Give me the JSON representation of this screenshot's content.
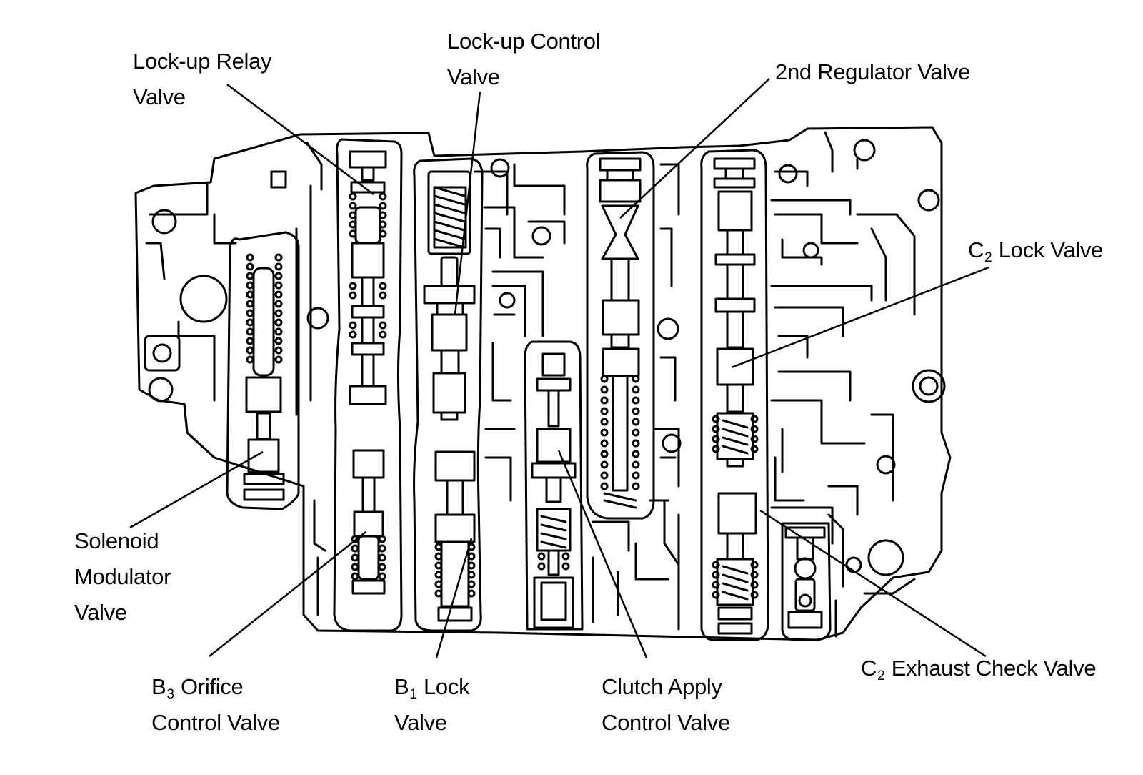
{
  "labels": {
    "lockup_relay_valve": [
      "Lock-up Relay",
      "Valve"
    ],
    "lockup_control_valve": [
      "Lock-up Control",
      "Valve"
    ],
    "second_regulator_valve": [
      "2nd Regulator Valve"
    ],
    "c2_lock_valve": {
      "prefix": "C",
      "subscript": "2",
      "rest": " Lock Valve"
    },
    "solenoid_modulator_valve": [
      "Solenoid",
      "Modulator",
      "Valve"
    ],
    "b3_orifice_control_valve": {
      "prefix": "B",
      "subscript": "3",
      "rest": " Orifice",
      "line2": "Control Valve"
    },
    "b1_lock_valve": {
      "prefix": "B",
      "subscript": "1",
      "rest": " Lock",
      "line2": "Valve"
    },
    "clutch_apply_control_valve": [
      "Clutch Apply",
      "Control Valve"
    ],
    "c2_exhaust_check_valve": {
      "prefix": "C",
      "subscript": "2",
      "rest": " Exhaust Check Valve"
    }
  },
  "colors": {
    "line": "#000000",
    "background": "#ffffff"
  }
}
